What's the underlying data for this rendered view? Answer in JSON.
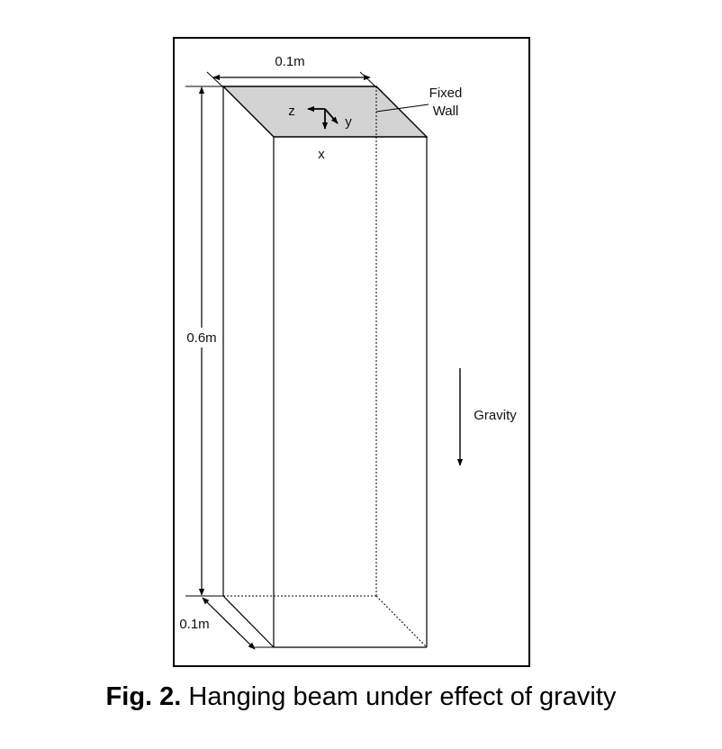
{
  "dimensions": {
    "width_label": "0.1m",
    "height_label": "0.6m",
    "depth_label": "0.1m"
  },
  "axes": {
    "z": "z",
    "y": "y",
    "x": "x"
  },
  "fixed_wall": {
    "line1": "Fixed",
    "line2": "Wall"
  },
  "gravity_label": "Gravity",
  "caption": {
    "number": "Fig. 2.",
    "text": "Hanging beam under effect of gravity"
  },
  "colors": {
    "fixed_face": "#d3d3d3",
    "stroke": "#000000"
  }
}
